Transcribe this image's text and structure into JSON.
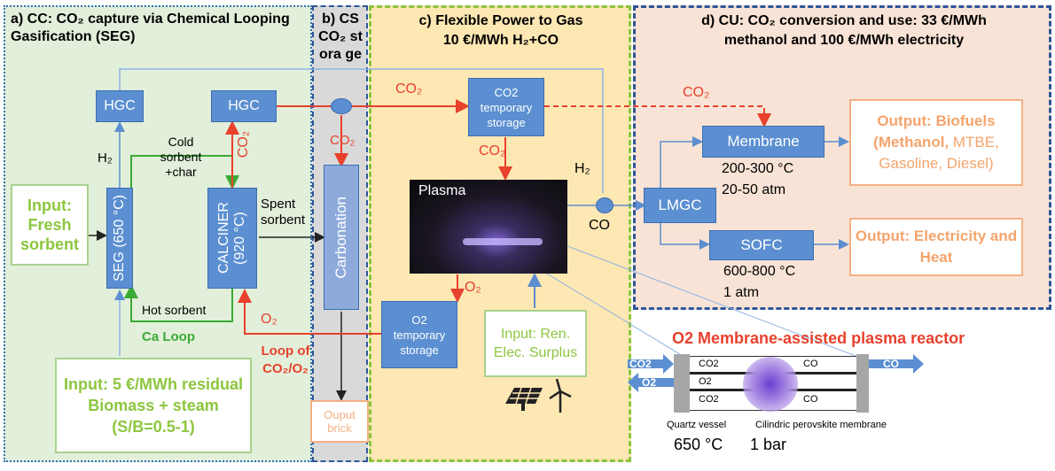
{
  "panels": {
    "a_title": "a) CC: CO₂ capture via Chemical Looping Gasification (SEG)",
    "b_title": "b) CS CO₂ stora ge",
    "c_title_1": "c) Flexible Power to Gas",
    "c_title_2": "10 €/MWh H₂+CO",
    "d_title_1": "d) CU:  CO₂ conversion and use: 33 €/MWh",
    "d_title_2": "methanol and  100 €/MWh electricity"
  },
  "boxes": {
    "hgc1": "HGC",
    "hgc2": "HGC",
    "seg": "SEG (650 °C)",
    "calciner": "CALCINER (920 °C)",
    "carbonation": "Carbonation",
    "co2_storage": "CO2 temporary storage",
    "o2_storage": "O2 temporary storage",
    "lmgc": "LMGC",
    "membrane": "Membrane",
    "sofc": "SOFC",
    "output_brick": "Ouput brick"
  },
  "inputs": {
    "fresh_sorbent": "Input: Fresh sorbent",
    "biomass": "Input: 5 €/MWh residual Biomass + steam (S/B=0.5-1)",
    "ren_surplus": "Input: Ren. Elec. Surplus"
  },
  "outputs": {
    "biofuels_title": "Output: Biofuels",
    "biofuels_bold": "(Methanol,",
    "biofuels_rest": " MTBE, Gasoline, Diesel)",
    "electricity": "Output: Electricity and Heat"
  },
  "labels": {
    "h2_left": "H₂",
    "cold_sorbent": "Cold sorbent +char",
    "co2_vert": "CO₂",
    "spent_sorbent": "Spent sorbent",
    "hot_sorbent": "Hot sorbent",
    "ca_loop": "Ca Loop",
    "o2_loop": "O₂",
    "loop_of_1": "Loop of",
    "loop_of_2": "CO₂/O₂",
    "co2_b": "CO₂",
    "co2_top": "CO₂",
    "co2_c": "CO₂",
    "o2_c": "O₂",
    "plasma": "Plasma",
    "h2_right": "H₂",
    "co": "CO",
    "co2_d": "CO₂",
    "mem_cond_1": "200-300 °C",
    "mem_cond_2": "20-50 atm",
    "sofc_cond_1": "600-800 °C",
    "sofc_cond_2": "1 atm"
  },
  "reactor": {
    "title": "O2 Membrane-assisted plasma reactor",
    "co2_in": "CO2",
    "o2_out": "O2",
    "co_out": "CO",
    "row1_left": "CO2",
    "row1_right": "CO",
    "row2_left": "O2",
    "row3_left": "CO2",
    "row3_right": "CO",
    "quartz": "Quartz vessel",
    "perovskite": "Cilindric perovskite membrane",
    "temp": "650 °C",
    "pressure": "1 bar"
  },
  "colors": {
    "red": "#e8412c",
    "green": "#3aaa35",
    "blue_box": "#5b8fd1",
    "orange_text": "#f4a46c",
    "input_green": "#8dc63f"
  },
  "icons": [
    "solar-panel-icon",
    "wind-turbine-icon"
  ]
}
